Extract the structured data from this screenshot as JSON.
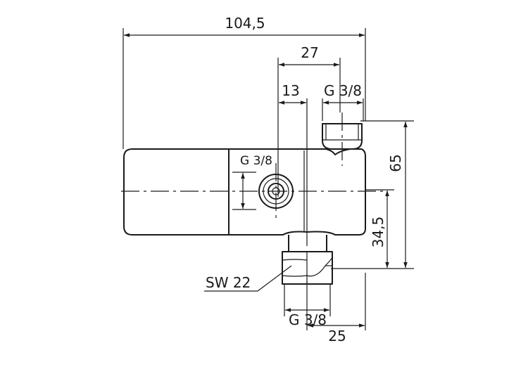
{
  "dimensions": {
    "overall_width": "104,5",
    "dim_27": "27",
    "dim_13": "13",
    "thread_top": "G 3/8",
    "thread_side": "G 3/8",
    "thread_bottom": "G 3/8",
    "height_65": "65",
    "height_34_5": "34,5",
    "dim_25": "25",
    "wrench_size": "SW 22"
  }
}
